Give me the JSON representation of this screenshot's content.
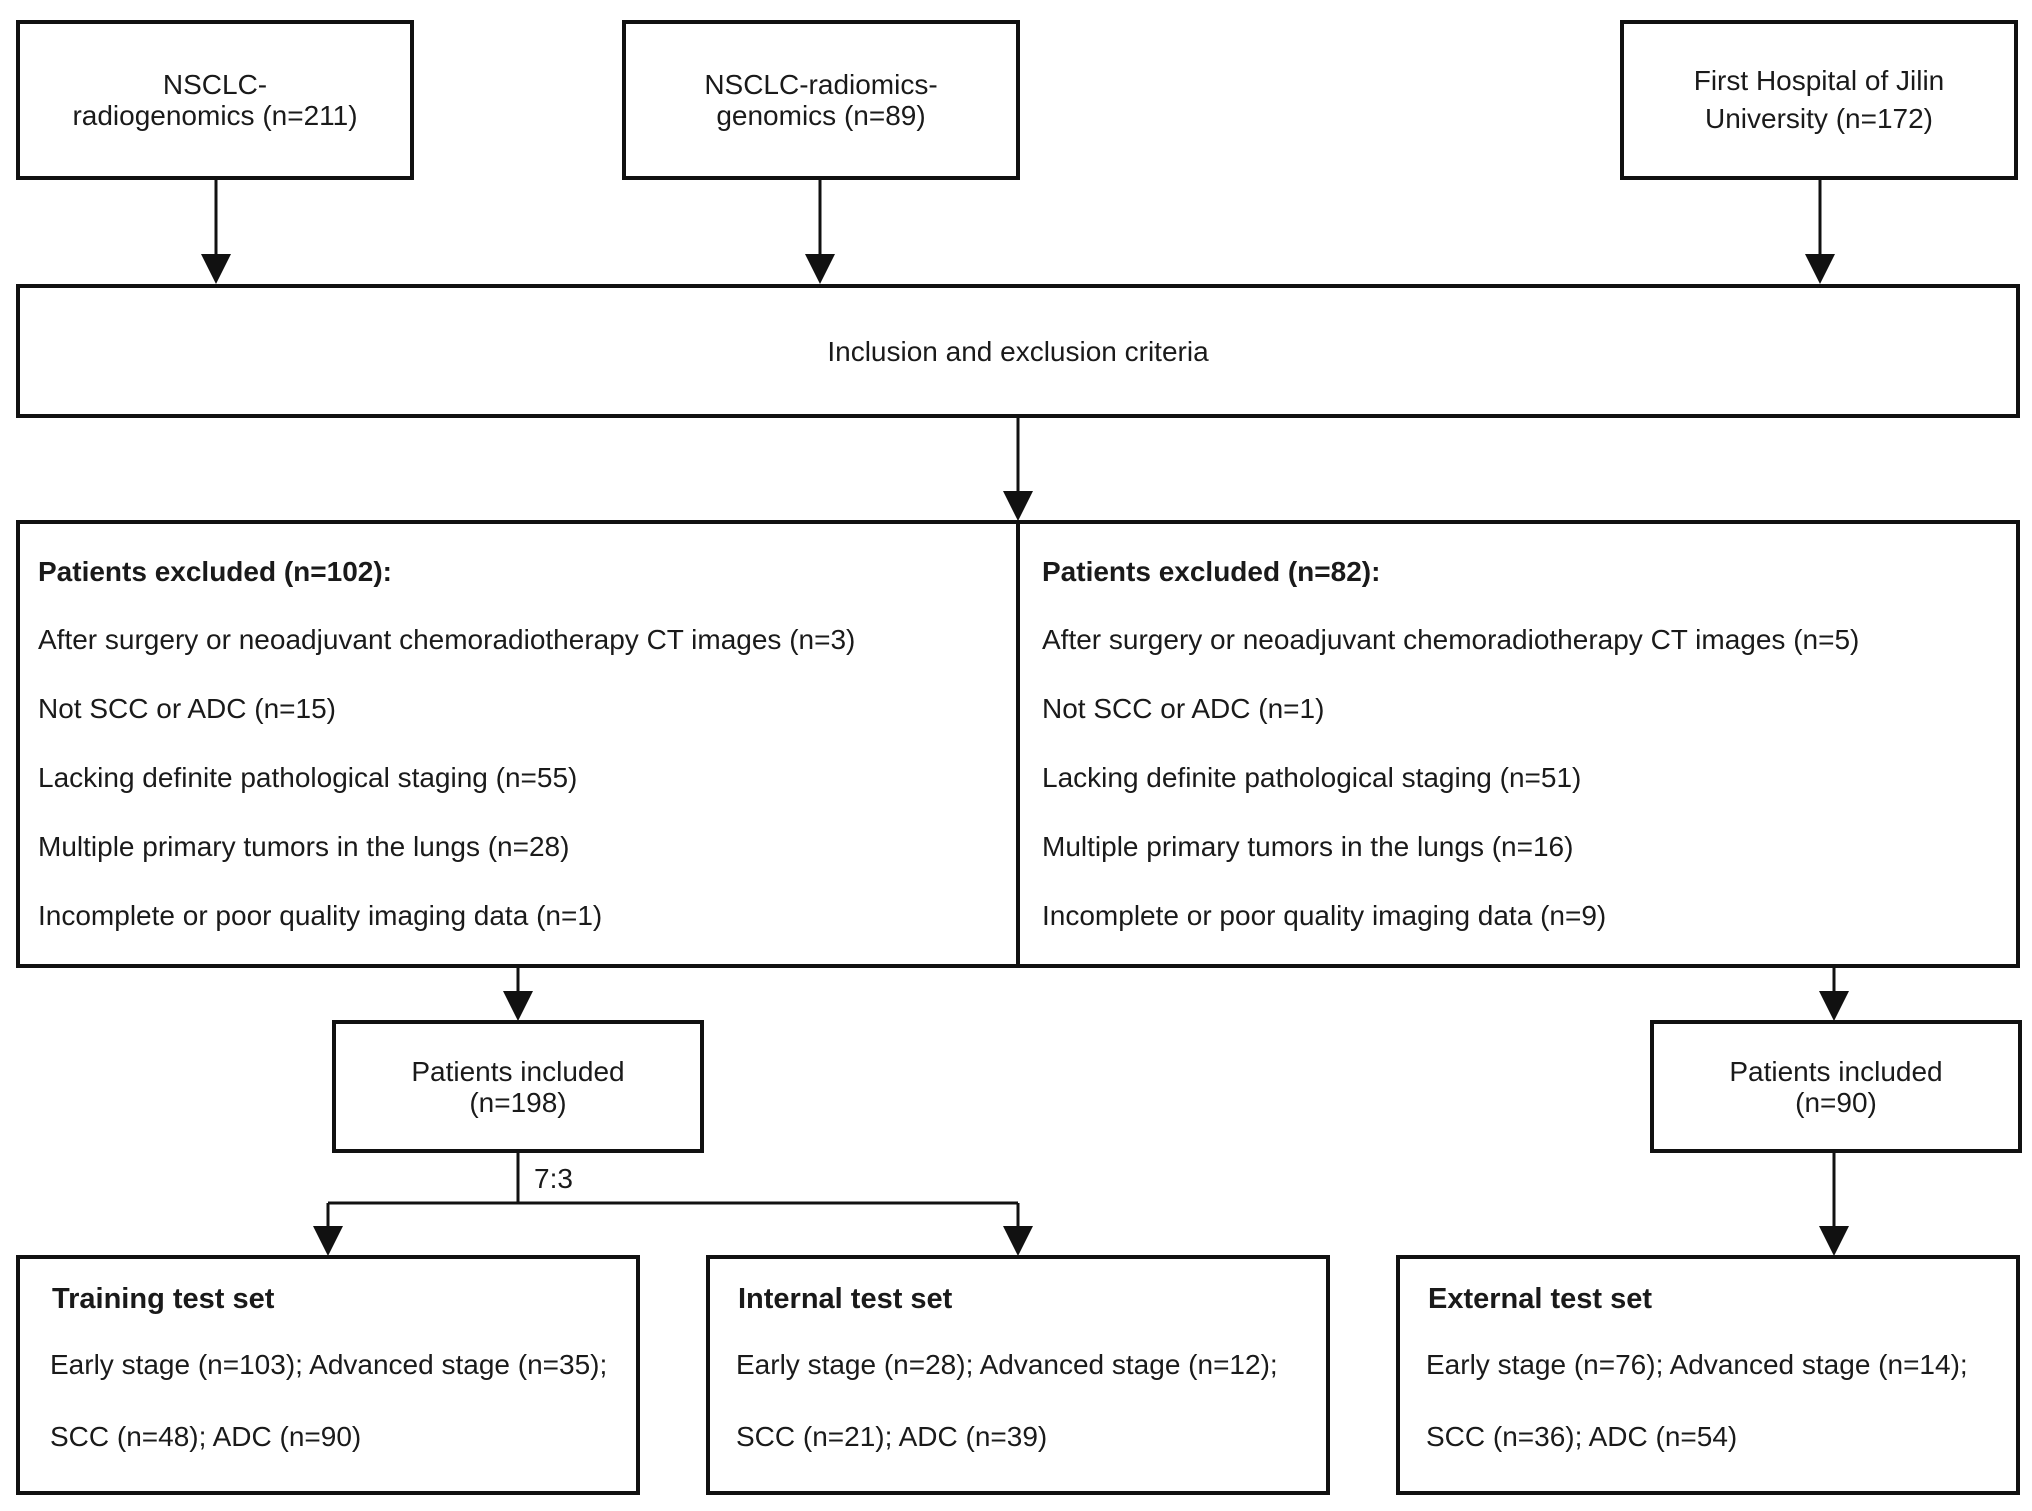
{
  "sources": [
    {
      "line1": "NSCLC-",
      "line2": "radiogenomics (n=211)"
    },
    {
      "line1": "NSCLC-radiomics-",
      "line2": "genomics (n=89)"
    },
    {
      "line1": "First Hospital of Jilin",
      "line2": "University (n=172)"
    }
  ],
  "criteria": {
    "label": "Inclusion and exclusion criteria"
  },
  "excluded_left": {
    "heading": "Patients excluded (n=102):",
    "items": [
      "After surgery or neoadjuvant chemoradiotherapy CT images (n=3)",
      "Not SCC or ADC (n=15)",
      "Lacking definite pathological staging (n=55)",
      "Multiple primary tumors in the lungs (n=28)",
      "Incomplete or poor quality imaging data (n=1)"
    ]
  },
  "excluded_right": {
    "heading": "Patients excluded (n=82):",
    "items": [
      "After surgery or neoadjuvant chemoradiotherapy CT images (n=5)",
      "Not SCC or ADC (n=1)",
      "Lacking definite pathological staging (n=51)",
      "Multiple primary tumors in the lungs (n=16)",
      "Incomplete or poor quality imaging data (n=9)"
    ]
  },
  "included_left": {
    "line1": "Patients included",
    "line2": "(n=198)"
  },
  "included_right": {
    "line1": "Patients included",
    "line2": "(n=90)"
  },
  "split_ratio": "7:3",
  "sets": [
    {
      "title": "Training test set",
      "line1": "Early stage (n=103); Advanced stage (n=35);",
      "line2": "SCC (n=48); ADC (n=90)"
    },
    {
      "title": "Internal test set",
      "line1": "Early stage (n=28); Advanced stage (n=12);",
      "line2": "SCC (n=21); ADC (n=39)"
    },
    {
      "title": "External test set",
      "line1": "Early stage (n=76); Advanced stage (n=14);",
      "line2": "SCC (n=36); ADC (n=54)"
    }
  ]
}
